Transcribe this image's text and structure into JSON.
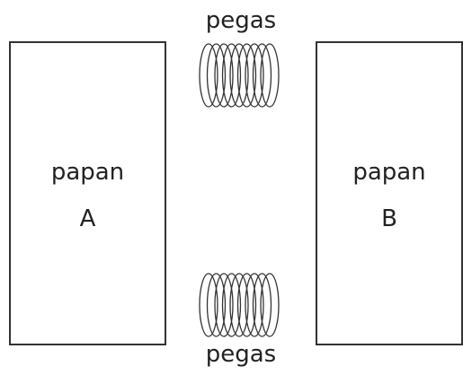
{
  "boards": {
    "a": {
      "line1": "papan",
      "line2": "A"
    },
    "b": {
      "line1": "papan",
      "line2": "B"
    }
  },
  "springs": {
    "top_label": "pegas",
    "bottom_label": "pegas"
  },
  "colors": {
    "stroke": "#333333",
    "text": "#222222",
    "background": "#ffffff"
  }
}
